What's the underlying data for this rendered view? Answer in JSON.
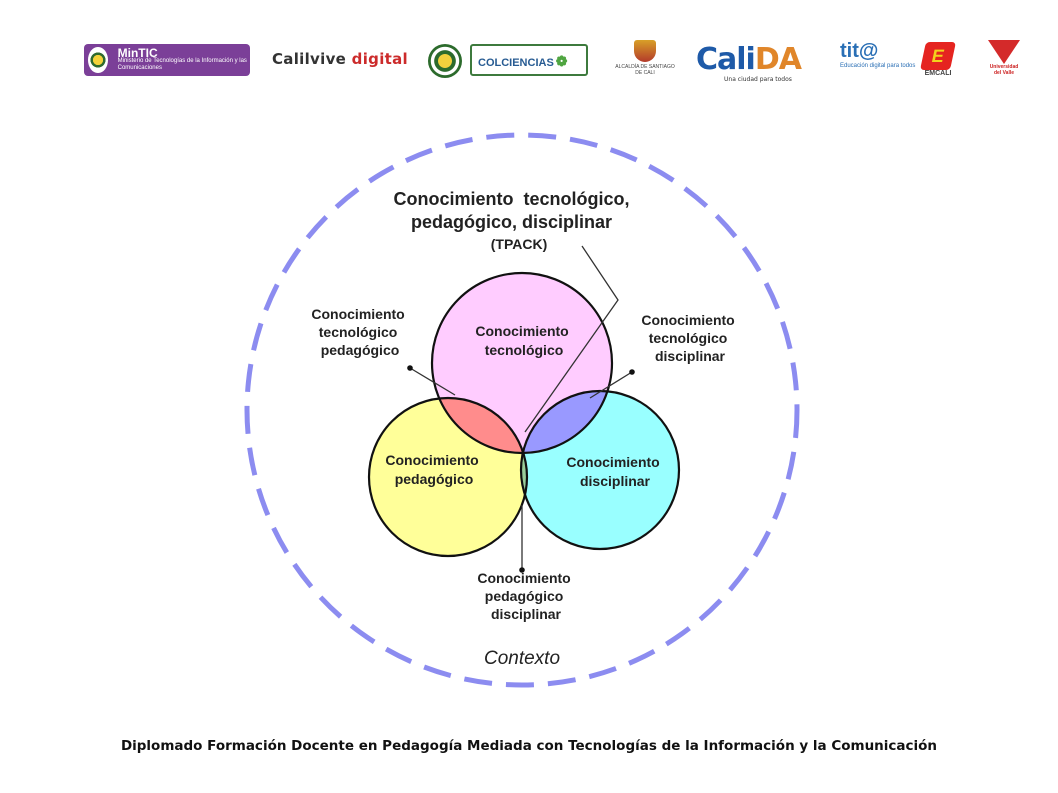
{
  "logos": {
    "mintic": {
      "name": "MinTIC",
      "sub": "Ministerio de Tecnologías de la Información y las Comunicaciones"
    },
    "calivive": {
      "part1": "Calilvive",
      "part2": "digital"
    },
    "colombia_seal_icon": "colombia-coat-of-arms",
    "colciencias": "COLCIENCIAS",
    "alcaldia": "ALCALDÍA DE SANTIAGO DE CALI",
    "calida": {
      "part1": "Cali",
      "part2": "DA",
      "tagline": "Una ciudad para todos"
    },
    "tita": {
      "name": "tit@",
      "sub": "Educación digital para todos"
    },
    "emcali": "EMCALI",
    "univalle": "Universidad del Valle"
  },
  "diagram": {
    "tpack_label": [
      "Conocimiento  tecnológico,",
      "pedagógico, disciplinar",
      "(TPACK)"
    ],
    "circles": {
      "technological": [
        "Conocimiento",
        "tecnológico"
      ],
      "pedagogical": [
        "Conocimiento",
        "pedagógico"
      ],
      "content": [
        "Conocimiento",
        "disciplinar"
      ]
    },
    "tpk_label": [
      "Conocimiento",
      "tecnológico",
      "pedagógico"
    ],
    "tck_label": [
      "Conocimiento",
      "tecnológico",
      "disciplinar"
    ],
    "pck_label": [
      "Conocimiento",
      "pedagógico",
      "disciplinar"
    ],
    "context_label": "Contexto",
    "colors": {
      "technological": "#ffccff",
      "pedagogical": "#ffff99",
      "content": "#99ffff",
      "tp_overlap": "#ff8c8c",
      "tc_overlap": "#9999ff",
      "pc_overlap": "#99cc99",
      "center": "#5e4d1f",
      "context_ring": "#8c8cf0"
    }
  },
  "footer": "Diplomado Formación Docente en Pedagogía Mediada con Tecnologías de la Información y la Comunicación"
}
